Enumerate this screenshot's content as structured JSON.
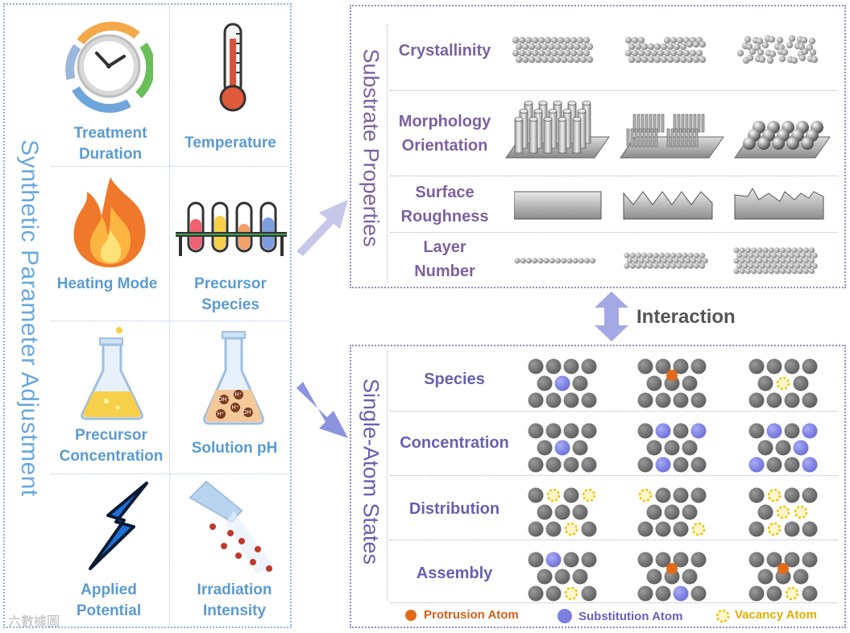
{
  "left_panel": {
    "title": "Synthetic Parameter Adjustment",
    "items": [
      {
        "label": "Treatment Duration",
        "icon": "clock-icon"
      },
      {
        "label": "Temperature",
        "icon": "thermometer-icon"
      },
      {
        "label": "Heating Mode",
        "icon": "fire-icon"
      },
      {
        "label": "Precursor Species",
        "icon": "test-tubes-icon"
      },
      {
        "label": "Precursor Concentration",
        "icon": "flask-icon"
      },
      {
        "label": "Solution pH",
        "icon": "ph-flask-icon"
      },
      {
        "label": "Applied Potential",
        "icon": "lightning-icon"
      },
      {
        "label": "Irradiation Intensity",
        "icon": "light-beam-icon"
      }
    ],
    "ph_ions": [
      "H⁺",
      "OH⁻",
      "H⁺",
      "OH⁻",
      "H⁺"
    ]
  },
  "substrate_panel": {
    "title": "Substrate Properties",
    "rows": [
      {
        "line1": "Crystallinity",
        "line2": ""
      },
      {
        "line1": "Morphology",
        "line2": "Orientation"
      },
      {
        "line1": "Surface",
        "line2": "Roughness"
      },
      {
        "line1": "Layer",
        "line2": "Number"
      }
    ]
  },
  "interaction_label": "Interaction",
  "single_atom_panel": {
    "title": "Single-Atom States",
    "rows": [
      "Species",
      "Concentration",
      "Distribution",
      "Assembly"
    ]
  },
  "legend": {
    "protrusion": "Protrusion Atom",
    "substitution": "Substitution Atom",
    "vacancy": "Vacancy Atom"
  },
  "colors": {
    "left_accent": "#5b9bd0",
    "substrate_accent": "#7b62a0",
    "single_atom_accent": "#6860b0",
    "protrusion": "#e36a1b",
    "substitution": "#7b7fe0",
    "vacancy": "#f2c200",
    "host_atom": "#6e6e6e"
  },
  "watermark": "六數據圖"
}
